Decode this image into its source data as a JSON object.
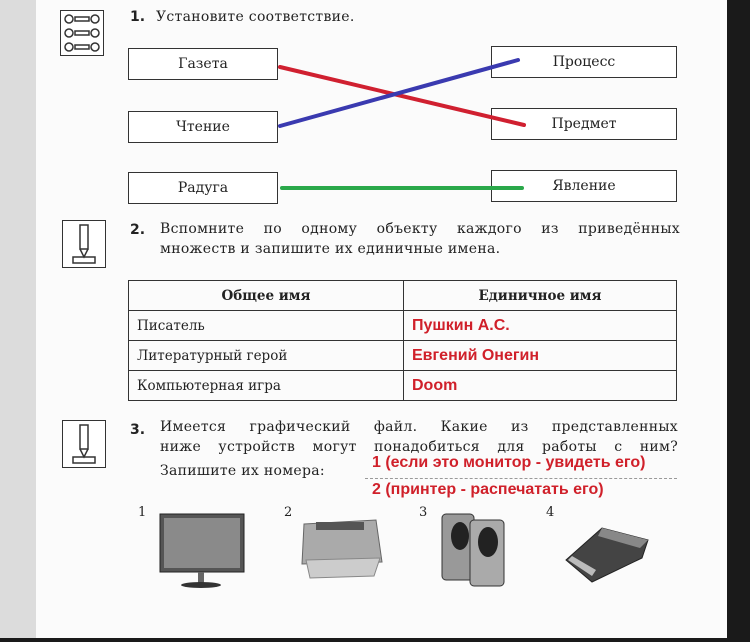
{
  "task1": {
    "number": "1.",
    "title": "Установите соответствие.",
    "left": [
      "Газета",
      "Чтение",
      "Радуга"
    ],
    "right": [
      "Процесс",
      "Предмет",
      "Явление"
    ],
    "links": [
      {
        "from": "Газета",
        "to": "Предмет",
        "color": "#d02030"
      },
      {
        "from": "Чтение",
        "to": "Процесс",
        "color": "#3a3ab0"
      },
      {
        "from": "Радуга",
        "to": "Явление",
        "color": "#2aa84a"
      }
    ]
  },
  "task2": {
    "number": "2.",
    "line1": "Вспомните по одному объекту каждого из приведённых",
    "line2": "множеств и запишите их единичные имена.",
    "headers": [
      "Общее имя",
      "Единичное имя"
    ],
    "rows": [
      [
        "Писатель",
        "Пушкин А.С."
      ],
      [
        "Литературный герой",
        "Евгений Онегин"
      ],
      [
        "Компьютерная игра",
        "Doom"
      ]
    ]
  },
  "task3": {
    "number": "3.",
    "line1": "Имеется графический файл. Какие из представленных",
    "line2": "ниже устройств могут понадобиться для работы с ним?",
    "line3": "Запишите их номера:",
    "answer1": "1 (если это монитор - увидеть его)",
    "answer2": "2 (принтер - распечатать его)",
    "devices": [
      {
        "n": "1",
        "icon": "monitor"
      },
      {
        "n": "2",
        "icon": "printer"
      },
      {
        "n": "3",
        "icon": "speakers"
      },
      {
        "n": "4",
        "icon": "scanner"
      }
    ]
  }
}
